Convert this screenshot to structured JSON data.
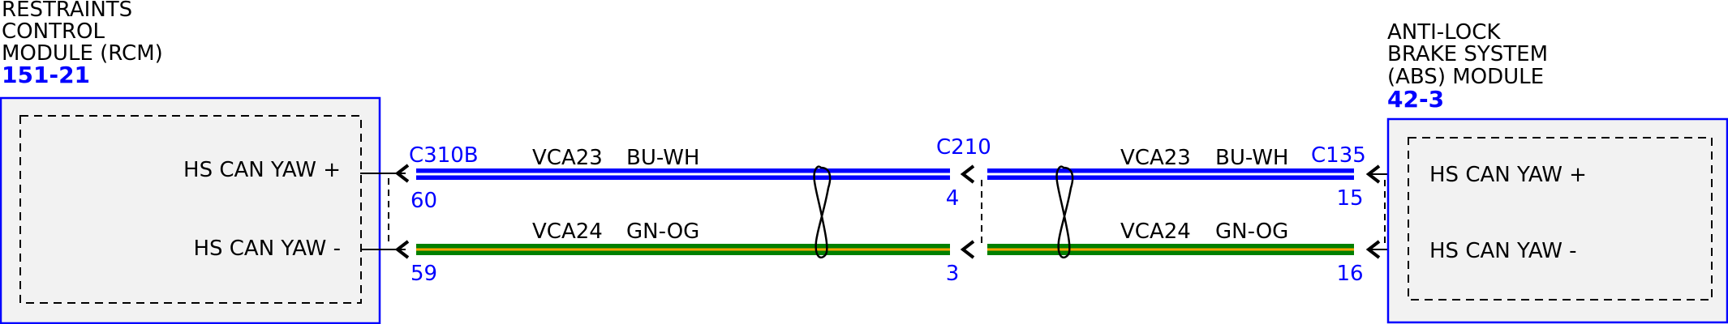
{
  "colors": {
    "module_border": "#0000ff",
    "module_fill": "#f2f2f2",
    "ref_text": "#0000ff",
    "wire_blue": "#0000ff",
    "wire_white_stripe": "#ffffff",
    "wire_green": "#008000",
    "wire_orange_stripe": "#ffa500"
  },
  "modules": {
    "rcm": {
      "name_lines": [
        "RESTRAINTS",
        "CONTROL",
        "MODULE (RCM)"
      ],
      "ref": "151-21",
      "pins": [
        "HS CAN YAW +",
        "HS CAN YAW -"
      ]
    },
    "abs": {
      "name_lines": [
        "ANTI-LOCK",
        "BRAKE SYSTEM",
        "(ABS) MODULE"
      ],
      "ref": "42-3",
      "pins": [
        "HS CAN YAW +",
        "HS CAN YAW -"
      ]
    }
  },
  "connectors": {
    "c310b": {
      "name": "C310B",
      "pin_top": "60",
      "pin_bottom": "59"
    },
    "c210": {
      "name": "C210",
      "pin_top": "4",
      "pin_bottom": "3"
    },
    "c135": {
      "name": "C135",
      "pin_top": "15",
      "pin_bottom": "16"
    }
  },
  "wires": {
    "top": {
      "circuit": "VCA23",
      "color_code": "BU-WH"
    },
    "bottom": {
      "circuit": "VCA24",
      "color_code": "GN-OG"
    }
  }
}
